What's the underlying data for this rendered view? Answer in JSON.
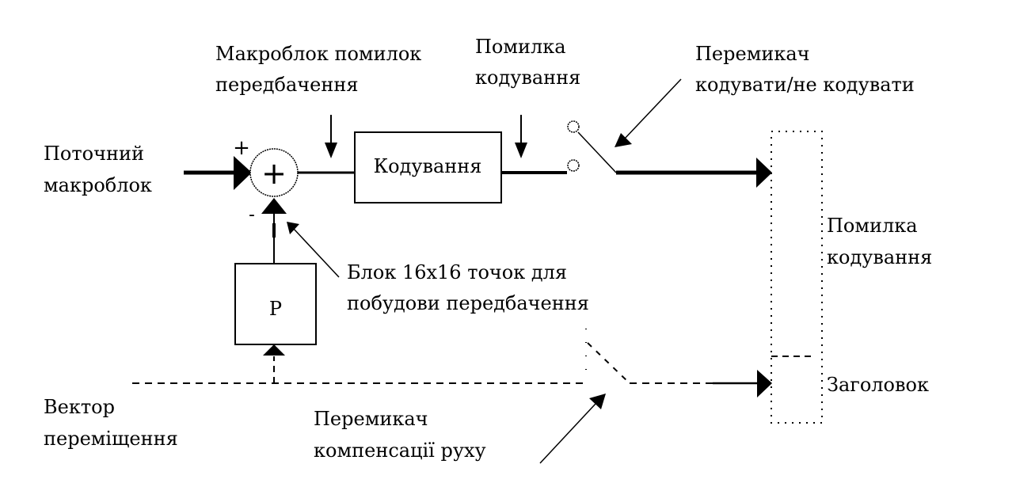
{
  "diagram": {
    "labels": {
      "current_macroblock": [
        "Поточний",
        "макроблок"
      ],
      "prediction_error_macroblock": [
        "Макроблок помилок",
        "передбачення"
      ],
      "coding_error_top": [
        "Помилка",
        "кодування"
      ],
      "code_switch": [
        "Перемикач",
        "кодувати/не кодувати"
      ],
      "coding_error_right": [
        "Помилка",
        "кодування"
      ],
      "block_16x16": [
        "Блок 16х16 точок для",
        "побудови передбачення"
      ],
      "motion_vector": [
        "Вектор",
        "переміщення"
      ],
      "motion_comp_switch": [
        "Перемикач",
        "компенсації руху"
      ],
      "header": "Заголовок"
    },
    "blocks": {
      "coding": "Кодування",
      "predictor": "P"
    },
    "summator": {
      "symbol": "+",
      "plus_input": "+",
      "minus_input": "-"
    }
  }
}
